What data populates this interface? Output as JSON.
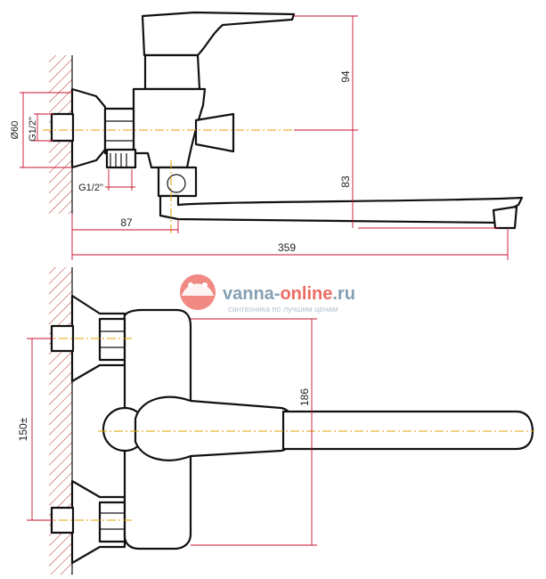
{
  "top_view": {
    "dimensions": {
      "height_top": "94",
      "height_bottom": "83",
      "diameter": "Ø60",
      "thread_inlet": "G1/2\"",
      "thread_outlet": "G1/2\"",
      "offset": "87",
      "length": "359"
    }
  },
  "front_view": {
    "dimensions": {
      "center_distance": "150±",
      "height": "186"
    }
  },
  "watermark": {
    "brand_part1": "vanna-",
    "brand_part2": "online",
    "brand_part3": ".ru",
    "tagline": "сантехника по лучшим ценам"
  },
  "colors": {
    "dimension_line": "#c8102e",
    "axis_line": "#e0a100",
    "outline": "#111111",
    "brand_red": "#e63b2e",
    "brand_blue": "#5d7f9a"
  }
}
